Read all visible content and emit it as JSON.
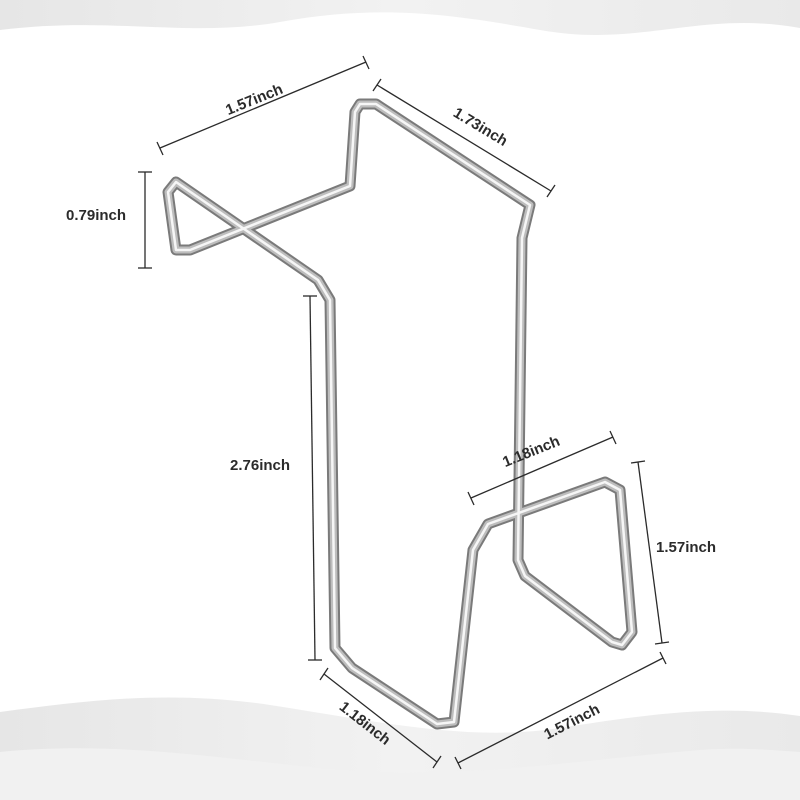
{
  "colors": {
    "background": "#ffffff",
    "wave": "#ececec",
    "wave_light": "#f3f3f3",
    "wire_dark": "#7a7a7a",
    "wire_mid": "#b9b9b9",
    "wire_light": "#f4f4f4",
    "dimension_line": "#2b2b2b"
  },
  "product": {
    "icon": "chrome-wire-hanger-bracket"
  },
  "dimensions": {
    "top_width": "1.57inch",
    "top_depth": "1.73inch",
    "top_height": "0.79inch",
    "main_height": "2.76inch",
    "hook_width": "1.18inch",
    "hook_height": "1.57inch",
    "bottom_depth": "1.18inch",
    "bottom_width": "1.57inch"
  }
}
